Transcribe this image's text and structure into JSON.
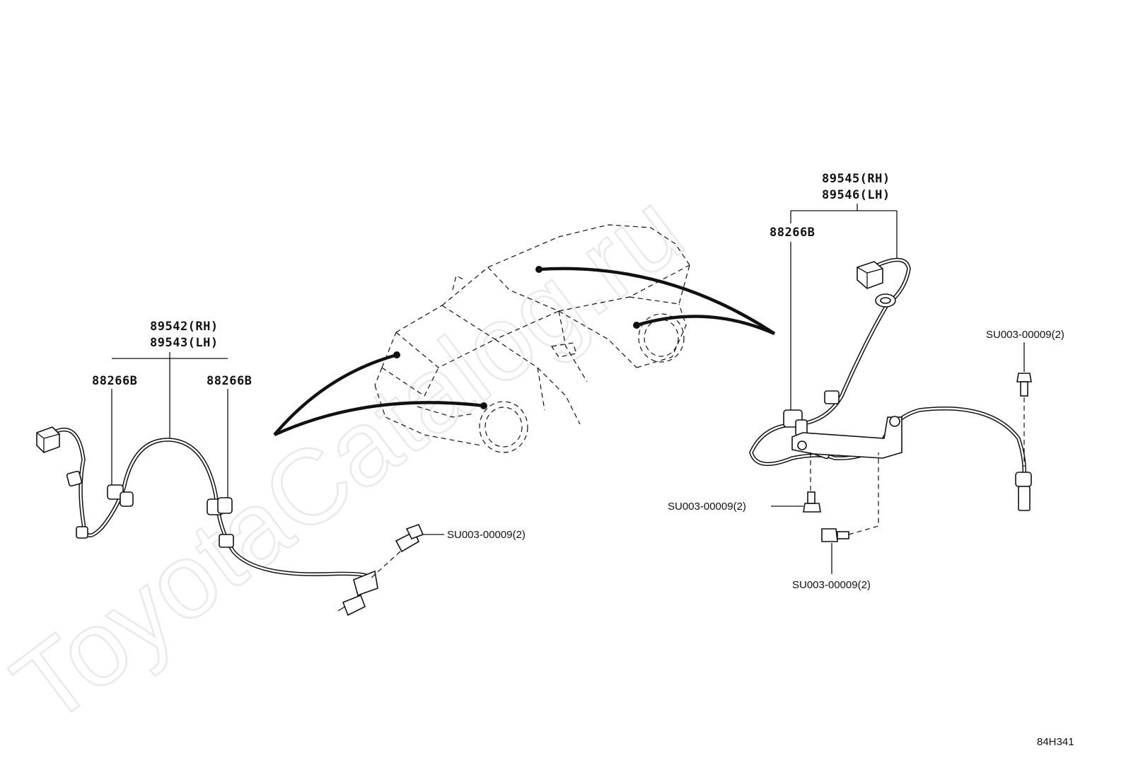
{
  "watermark": "ToyotaCatalog.ru",
  "diagram_code": "84H341",
  "left_assembly": {
    "part_rh": "89542(RH)",
    "part_lh": "89543(LH)",
    "clamp_left": "88266B",
    "clamp_right": "88266B",
    "bolt": "SU003-00009(2)"
  },
  "right_assembly": {
    "part_rh": "89545(RH)",
    "part_lh": "89546(LH)",
    "clamp": "88266B",
    "bolt_upper_right": "SU003-00009(2)",
    "bolt_middle": "SU003-00009(2)",
    "bolt_bottom": "SU003-00009(2)"
  }
}
